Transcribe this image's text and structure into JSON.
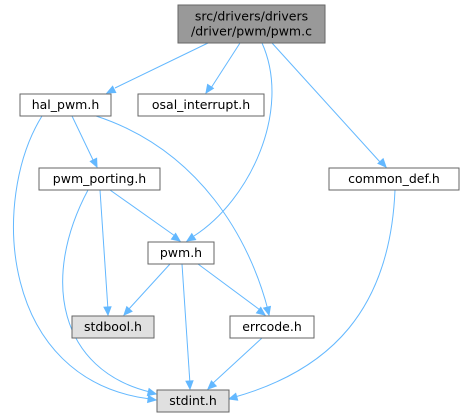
{
  "diagram": {
    "colors": {
      "edge": "#63b8ff",
      "node_border": "#666666",
      "root_fill": "#999999",
      "node_fill": "#ffffff",
      "system_header_fill": "#e0e0e0"
    },
    "nodes": [
      {
        "id": "pwm_c",
        "lines": [
          "src/drivers/drivers",
          "/driver/pwm/pwm.c"
        ],
        "kind": "root"
      },
      {
        "id": "hal_pwm_h",
        "lines": [
          "hal_pwm.h"
        ],
        "kind": "normal"
      },
      {
        "id": "osal_interrupt_h",
        "lines": [
          "osal_interrupt.h"
        ],
        "kind": "normal"
      },
      {
        "id": "common_def_h",
        "lines": [
          "common_def.h"
        ],
        "kind": "normal"
      },
      {
        "id": "pwm_porting_h",
        "lines": [
          "pwm_porting.h"
        ],
        "kind": "normal"
      },
      {
        "id": "pwm_h",
        "lines": [
          "pwm.h"
        ],
        "kind": "normal"
      },
      {
        "id": "stdbool_h",
        "lines": [
          "stdbool.h"
        ],
        "kind": "system"
      },
      {
        "id": "errcode_h",
        "lines": [
          "errcode.h"
        ],
        "kind": "normal"
      },
      {
        "id": "stdint_h",
        "lines": [
          "stdint.h"
        ],
        "kind": "system"
      }
    ],
    "edges": [
      {
        "from": "pwm_c",
        "to": "hal_pwm_h"
      },
      {
        "from": "pwm_c",
        "to": "osal_interrupt_h"
      },
      {
        "from": "pwm_c",
        "to": "pwm_h"
      },
      {
        "from": "pwm_c",
        "to": "common_def_h"
      },
      {
        "from": "hal_pwm_h",
        "to": "pwm_porting_h"
      },
      {
        "from": "hal_pwm_h",
        "to": "errcode_h"
      },
      {
        "from": "hal_pwm_h",
        "to": "stdint_h"
      },
      {
        "from": "pwm_porting_h",
        "to": "pwm_h"
      },
      {
        "from": "pwm_porting_h",
        "to": "stdbool_h"
      },
      {
        "from": "pwm_porting_h",
        "to": "stdint_h"
      },
      {
        "from": "pwm_h",
        "to": "stdbool_h"
      },
      {
        "from": "pwm_h",
        "to": "errcode_h"
      },
      {
        "from": "pwm_h",
        "to": "stdint_h"
      },
      {
        "from": "errcode_h",
        "to": "stdint_h"
      },
      {
        "from": "common_def_h",
        "to": "stdint_h"
      }
    ]
  }
}
